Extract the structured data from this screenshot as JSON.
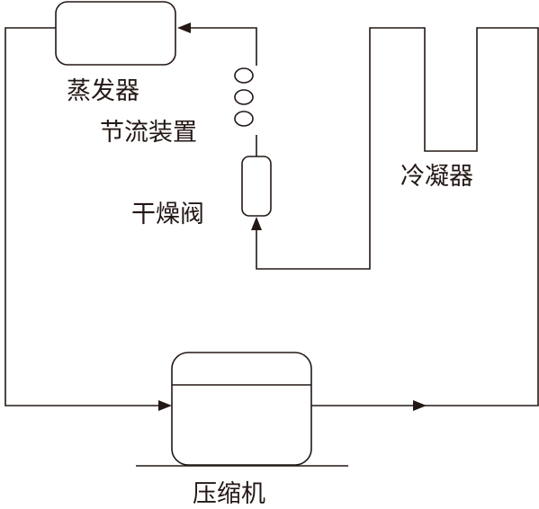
{
  "diagram": {
    "labels": {
      "evaporator": "蒸发器",
      "throttle": "节流装置",
      "dryer_valve": "干燥阀",
      "condenser": "冷凝器",
      "compressor": "压缩机"
    },
    "line_color": "#231815"
  }
}
